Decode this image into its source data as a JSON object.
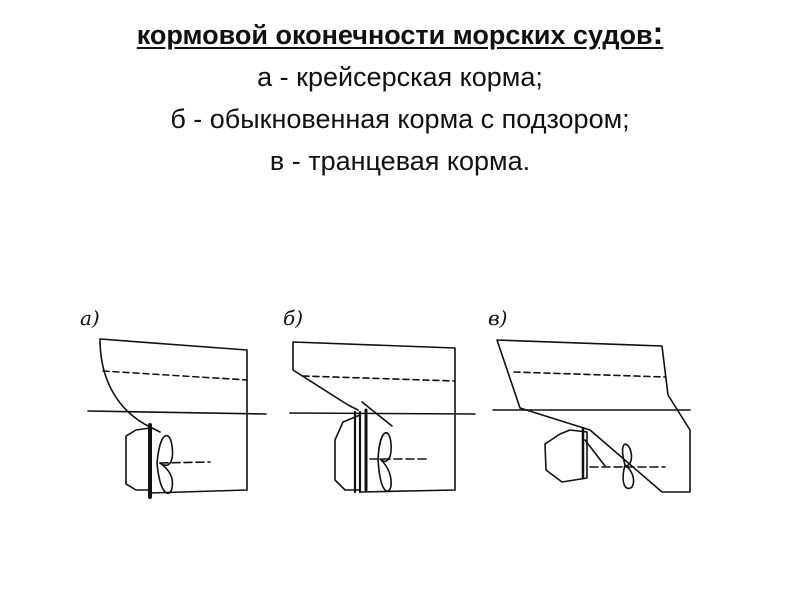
{
  "caption": {
    "title": " кормовой оконечности морских судов",
    "title_colon": ":",
    "items": [
      "а - крейсерская корма;",
      "б - обыкновенная корма с подзором;",
      "в - транцевая корма."
    ]
  },
  "figures": [
    {
      "label": "а)"
    },
    {
      "label": "б)"
    },
    {
      "label": "в)"
    }
  ],
  "colors": {
    "ink": "#111111",
    "background": "#ffffff"
  }
}
